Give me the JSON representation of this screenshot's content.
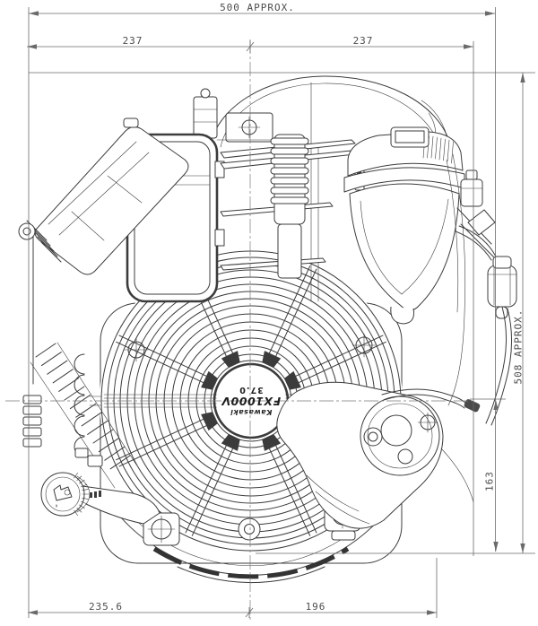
{
  "drawing": {
    "dimensions": {
      "overall_width": "500 APPROX.",
      "width_left": "237",
      "width_right": "237",
      "overall_height": "508 APPROX.",
      "height_lower": "163",
      "base_width_left": "235.6",
      "base_width_right": "196"
    },
    "decal": {
      "brand": "Kawasaki",
      "model": "FX1000V",
      "value": "37.0"
    },
    "colors": {
      "background": "#ffffff",
      "engine_line": "#3c3c3c",
      "dimension_line": "#6a6a6a",
      "text": "#4c4c4c",
      "decal_dark": "#2a2a2a"
    }
  }
}
